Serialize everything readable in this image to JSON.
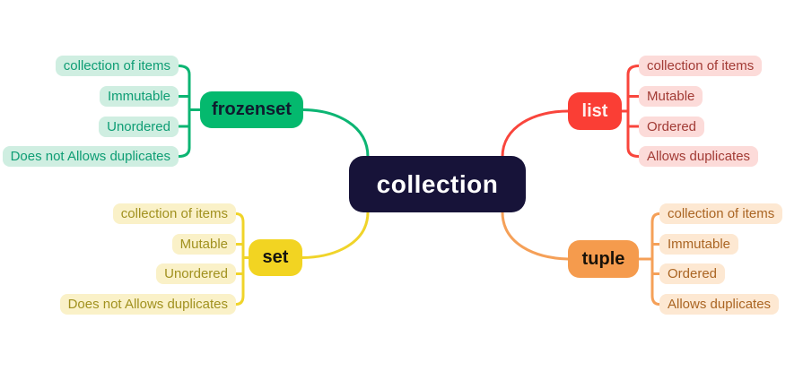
{
  "diagram": {
    "title": "collection mind map",
    "center": {
      "label": "collection",
      "bg": "#171339",
      "text": "#ffffff"
    },
    "branches": [
      {
        "name": "frozenset",
        "label": "frozenset",
        "node_bg": "#04b96e",
        "node_text": "#0f1c2e",
        "line": "#0cb573",
        "leaf_bg": "#cfeee1",
        "leaf_text": "#0e9d74",
        "leaves": [
          "collection of items",
          "Immutable",
          "Unordered",
          "Does not Allows duplicates"
        ]
      },
      {
        "name": "list",
        "label": "list",
        "node_bg": "#fa3e35",
        "node_text": "#ffeeec",
        "line": "#f9453c",
        "leaf_bg": "#fcdbd9",
        "leaf_text": "#a23b35",
        "leaves": [
          "collection of items",
          "Mutable",
          "Ordered",
          "Allows duplicates"
        ]
      },
      {
        "name": "set",
        "label": "set",
        "node_bg": "#f2d422",
        "node_text": "#15140f",
        "line": "#f0d42a",
        "leaf_bg": "#faf1c8",
        "leaf_text": "#a1911f",
        "leaves": [
          "collection of items",
          "Mutable",
          "Unordered",
          "Does not Allows duplicates"
        ]
      },
      {
        "name": "tuple",
        "label": "tuple",
        "node_bg": "#f59b4d",
        "node_text": "#191209",
        "line": "#f5a058",
        "leaf_bg": "#fde8d2",
        "leaf_text": "#aa6523",
        "leaves": [
          "collection of items",
          "Immutable",
          "Ordered",
          "Allows duplicates"
        ]
      }
    ]
  }
}
